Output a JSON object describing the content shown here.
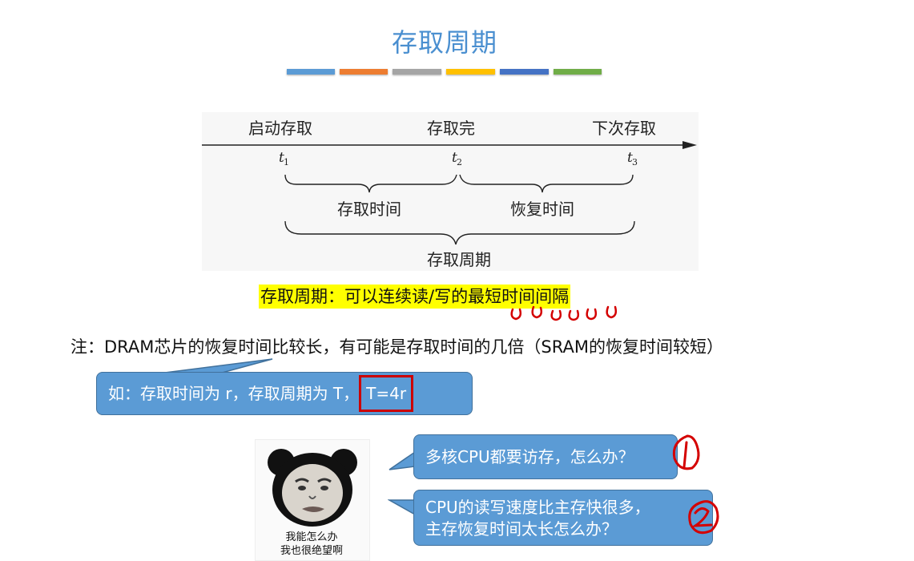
{
  "title": "存取周期",
  "colors": {
    "title": "#4a8fd0",
    "bars": [
      "#5b9bd5",
      "#ed7d31",
      "#a5a5a5",
      "#ffc000",
      "#4472c4",
      "#70ad47"
    ],
    "bubble": "#5b9bd5",
    "highlight": "#ffff00",
    "annotation": "#d40000"
  },
  "timeline": {
    "events": [
      "启动存取",
      "存取完",
      "下次存取"
    ],
    "ticks": [
      "t1",
      "t2",
      "t3"
    ],
    "access_time": "存取时间",
    "recovery_time": "恢复时间",
    "cycle": "存取周期"
  },
  "definition": "存取周期：可以连续读/写的最短时间间隔",
  "note": "注：DRAM芯片的恢复时间比较长，有可能是存取时间的几倍（SRAM的恢复时间较短）",
  "example": {
    "text": "如：存取时间为 r，存取周期为 T，",
    "boxed": "T=4r"
  },
  "meme": {
    "icon": "panda-face-meme-icon",
    "caption_line1": "我能怎么办",
    "caption_line2": "我也很绝望啊"
  },
  "questions": {
    "q1": "多核CPU都要访存，怎么办？",
    "q2_line1": "CPU的读写速度比主存快很多，",
    "q2_line2": "主存恢复时间太长怎么办？"
  }
}
